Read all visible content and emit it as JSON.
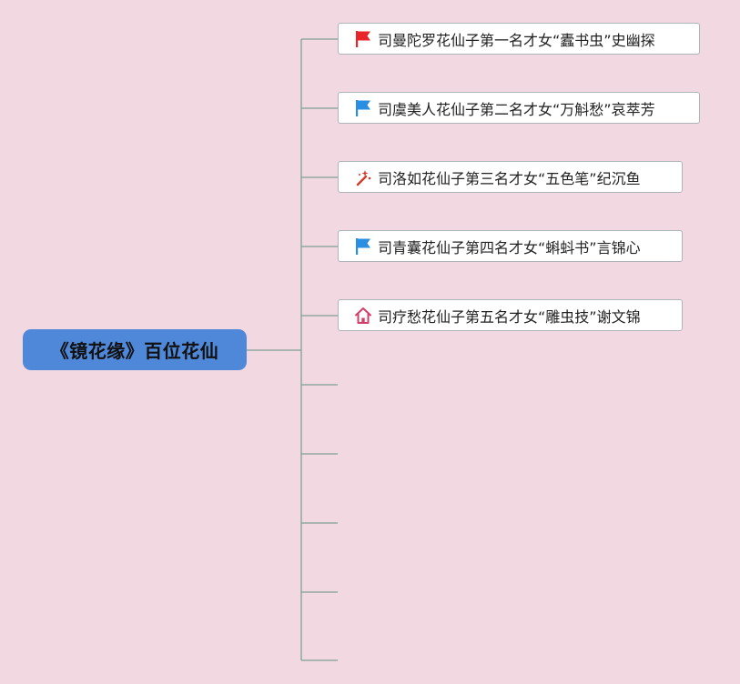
{
  "root": {
    "label": "《镜花缘》百位花仙"
  },
  "nodes": [
    {
      "label": "司曼陀罗花仙子第一名才女“蠹书虫”史幽探",
      "icon": "red-flag-icon",
      "icon_color": "#e8262a"
    },
    {
      "label": "司虞美人花仙子第二名才女“万斛愁”哀萃芳",
      "icon": "blue-flag-icon",
      "icon_color": "#2a8fe0"
    },
    {
      "label": "司洛如花仙子第三名才女“五色笔”纪沉鱼",
      "icon": "magic-wand-icon",
      "icon_color": "#d03b2a"
    },
    {
      "label": "司青囊花仙子第四名才女“蝌蚪书”言锦心",
      "icon": "blue-flag-icon",
      "icon_color": "#2a8fe0"
    },
    {
      "label": "司疗愁花仙子第五名才女“雕虫技”谢文锦",
      "icon": "home-icon",
      "icon_color": "#d23f6a"
    }
  ],
  "empty_branch_count": 5,
  "colors": {
    "background": "#f2d8e0",
    "root_fill": "#4f88d8",
    "connector": "#7fa096"
  }
}
